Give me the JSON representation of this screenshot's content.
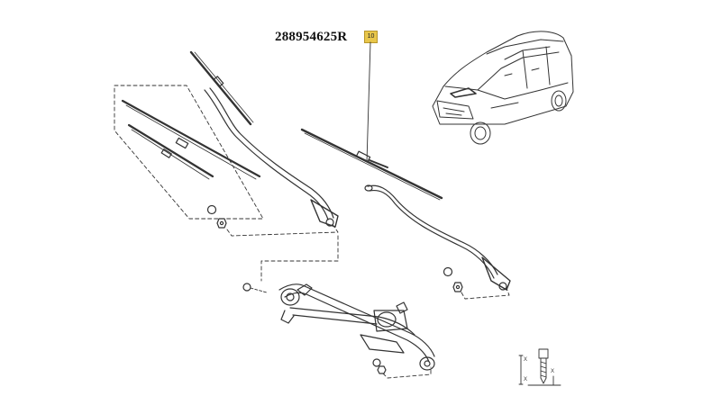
{
  "part_number": "288954625R",
  "callout_index": "10",
  "colors": {
    "line": "#333333",
    "callout_fill": "#e8c64a",
    "background": "#ffffff"
  },
  "fastener_gauge_labels": [
    "X",
    "X",
    "X"
  ]
}
